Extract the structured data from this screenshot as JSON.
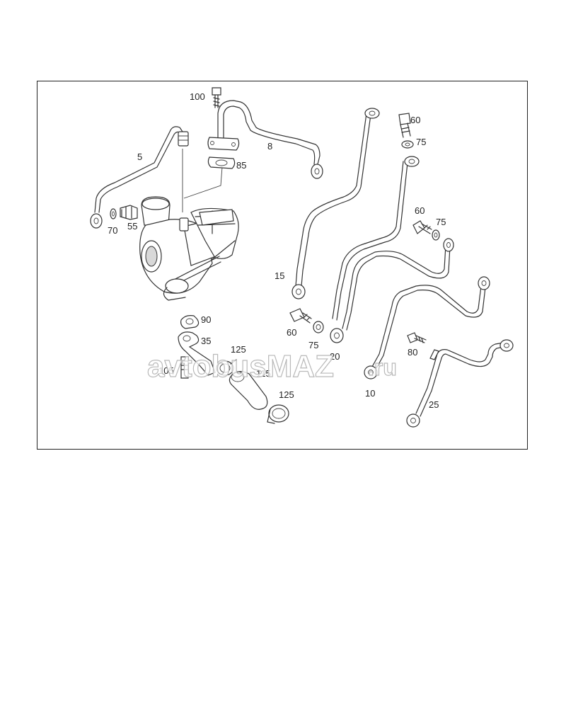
{
  "diagram": {
    "callouts": [
      {
        "id": "c100",
        "text": "100"
      },
      {
        "id": "c8",
        "text": "8"
      },
      {
        "id": "c85",
        "text": "85"
      },
      {
        "id": "c5",
        "text": "5"
      },
      {
        "id": "c70",
        "text": "70"
      },
      {
        "id": "c55",
        "text": "55"
      },
      {
        "id": "c60a",
        "text": "60"
      },
      {
        "id": "c75a",
        "text": "75"
      },
      {
        "id": "c60b",
        "text": "60"
      },
      {
        "id": "c75b",
        "text": "75"
      },
      {
        "id": "c15",
        "text": "15"
      },
      {
        "id": "c60c",
        "text": "60"
      },
      {
        "id": "c75c",
        "text": "75"
      },
      {
        "id": "c20",
        "text": "20"
      },
      {
        "id": "c90",
        "text": "90"
      },
      {
        "id": "c35",
        "text": "35"
      },
      {
        "id": "c125a",
        "text": "125"
      },
      {
        "id": "c105",
        "text": "105"
      },
      {
        "id": "c115",
        "text": "115"
      },
      {
        "id": "c125b",
        "text": "125"
      },
      {
        "id": "c80",
        "text": "80"
      },
      {
        "id": "c10",
        "text": "10"
      },
      {
        "id": "c25",
        "text": "25"
      }
    ],
    "watermark": {
      "main": "avtobusMAZ",
      "suffix": ".ru"
    }
  }
}
